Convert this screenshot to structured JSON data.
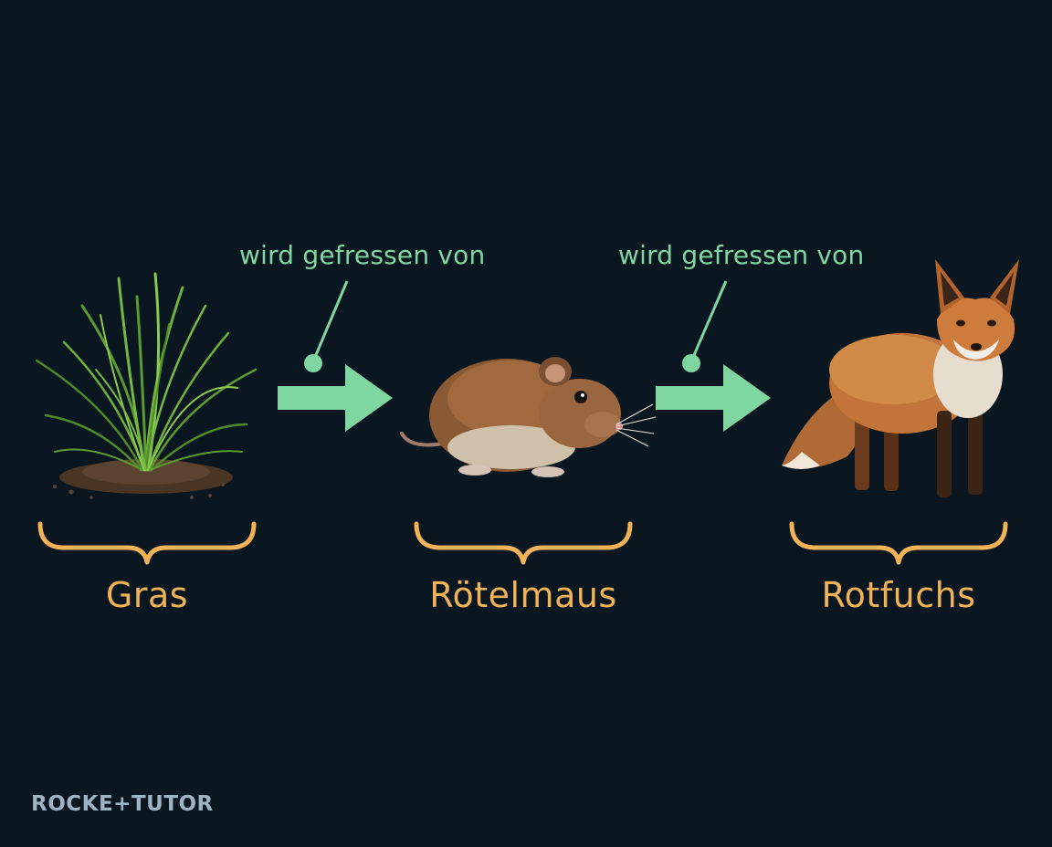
{
  "nodes": [
    {
      "id": "gras",
      "label": "Gras",
      "icon": "grass-icon"
    },
    {
      "id": "maus",
      "label": "Rötelmaus",
      "icon": "vole-icon"
    },
    {
      "id": "fuchs",
      "label": "Rotfuchs",
      "icon": "fox-icon"
    }
  ],
  "edges": [
    {
      "from": "gras",
      "to": "maus",
      "label": "wird gefressen von"
    },
    {
      "from": "maus",
      "to": "fuchs",
      "label": "wird gefressen von"
    }
  ],
  "brand": {
    "text": "ROCKE+TUTOR"
  },
  "colors": {
    "background": "#0a1620",
    "arrow": "#7fd6a0",
    "bracket": "#f2b257",
    "caption": "#f2b257"
  }
}
